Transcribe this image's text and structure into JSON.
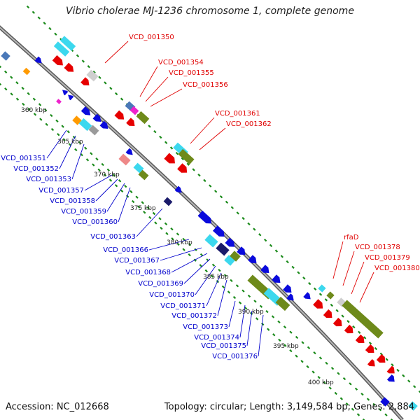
{
  "title": "Vibrio cholerae MJ-1236 chromosome 1, complete genome",
  "footer": {
    "accession": "Accession: NC_012668",
    "topology": "Topology: circular; Length: 3,149,584 bp; Genes: 2,884"
  },
  "colors": {
    "red_label": "#e00000",
    "blue_label": "#0000cc",
    "tick_green": "#1a8a1a",
    "backbone": "#808080",
    "kbp_text": "#222222"
  },
  "kbp_ticks": [
    "360 kbp",
    "365 kbp",
    "370 kbp",
    "375 kbp",
    "380 kbp",
    "385 kbp",
    "390 kbp",
    "395 kbp",
    "400 kbp"
  ],
  "red_labels": [
    "VCD_001350",
    "VCD_001354",
    "VCD_001355",
    "VCD_001356",
    "VCD_001361",
    "VCD_001362",
    "rfaD",
    "VCD_001378",
    "VCD_001379",
    "VCD_001380"
  ],
  "blue_labels": [
    "VCD_001351",
    "VCD_001352",
    "VCD_001353",
    "VCD_001357",
    "VCD_001358",
    "VCD_001359",
    "VCD_001360",
    "VCD_001363",
    "VCD_001366",
    "VCD_001367",
    "VCD_001368",
    "VCD_001369",
    "VCD_001370",
    "VCD_001371",
    "VCD_001372",
    "VCD_001373",
    "VCD_001374",
    "VCD_001375",
    "VCD_001376"
  ]
}
